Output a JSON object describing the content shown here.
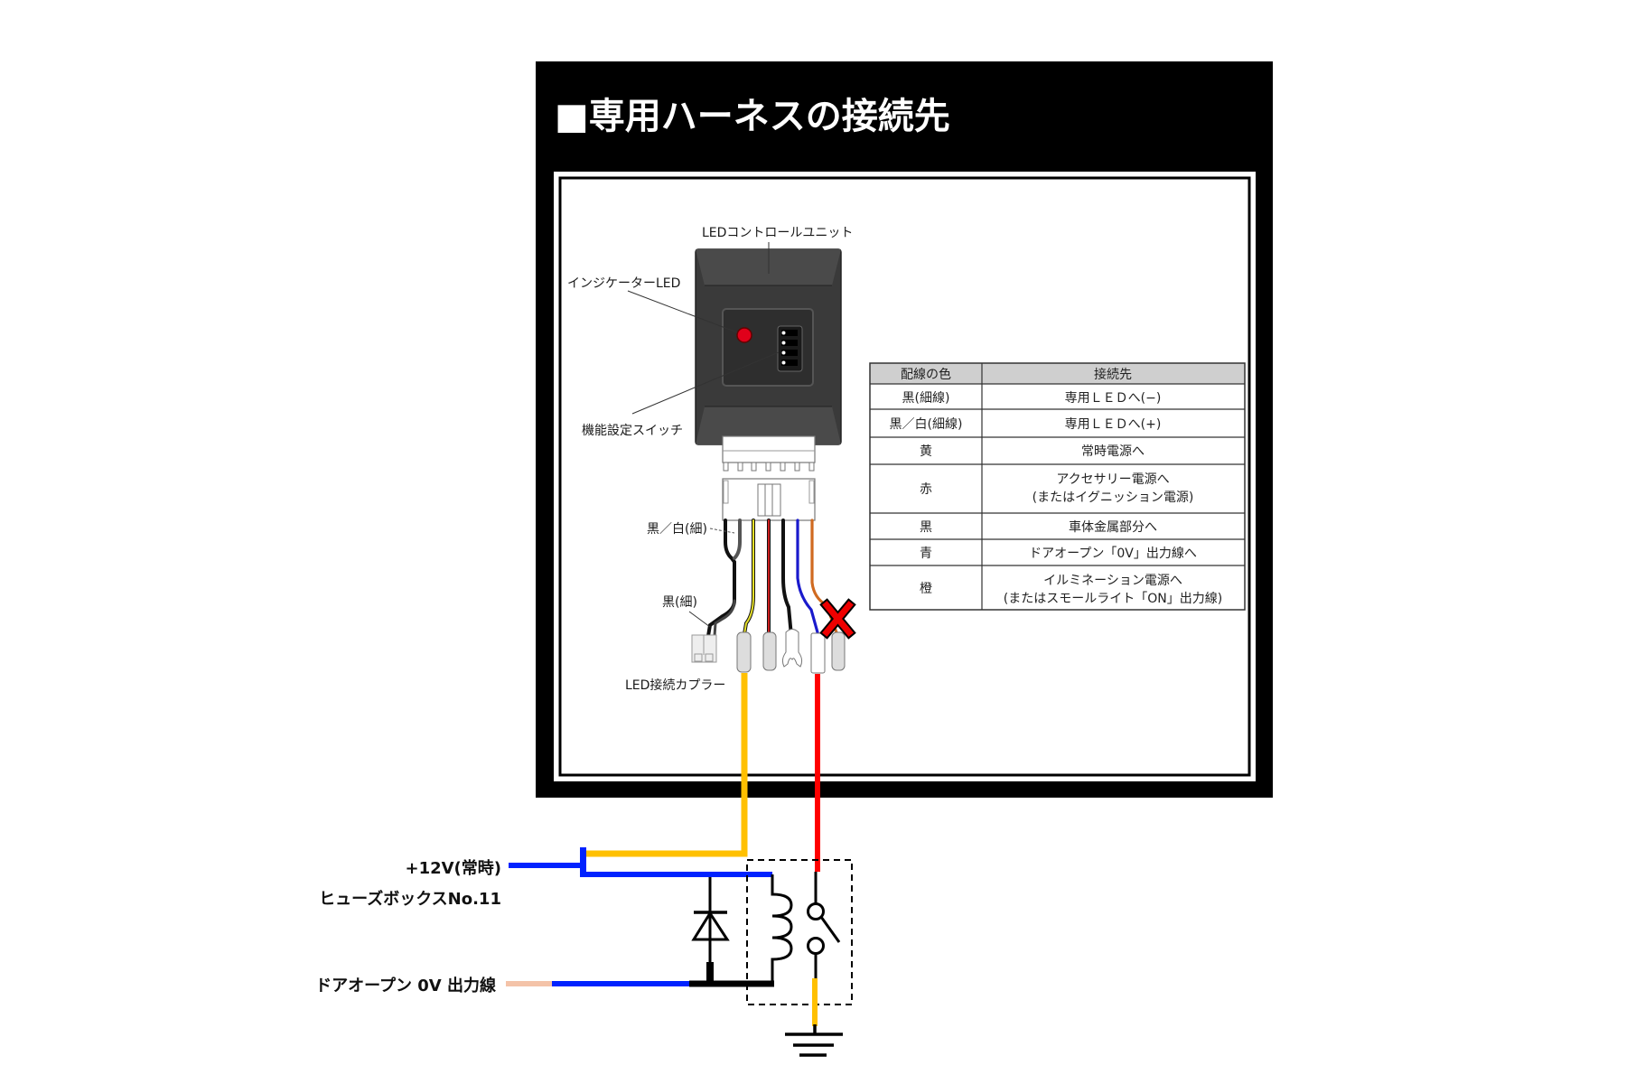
{
  "title": "■専用ハーネスの接続先",
  "device": {
    "unit_label": "LEDコントロールユニット",
    "indicator_label": "インジケーターLED",
    "switch_label": "機能設定スイッチ",
    "wire_bw_label": "黒／白(細)",
    "wire_black_label": "黒(細)",
    "coupler_label": "LED接続カプラー"
  },
  "table": {
    "headers": [
      "配線の色",
      "接続先"
    ],
    "rows": [
      {
        "color": "黒(細線)",
        "dest": [
          "専用ＬＥＤへ(−)"
        ]
      },
      {
        "color": "黒／白(細線)",
        "dest": [
          "専用ＬＥＤへ(+)"
        ]
      },
      {
        "color": "黄",
        "dest": [
          "常時電源へ"
        ]
      },
      {
        "color": "赤",
        "dest": [
          "アクセサリー電源へ",
          "(またはイグニッション電源)"
        ]
      },
      {
        "color": "黒",
        "dest": [
          "車体金属部分へ"
        ]
      },
      {
        "color": "青",
        "dest": [
          "ドアオープン「0V」出力線へ"
        ]
      },
      {
        "color": "橙",
        "dest": [
          "イルミネーション電源へ",
          "(またはスモールライト「ON」出力線)"
        ]
      }
    ]
  },
  "circuit": {
    "plus12_label": "+12V(常時)",
    "fuse_label": "ヒューズボックスNo.11",
    "door_label": "ドアオープン 0V 出力線"
  },
  "colors": {
    "yellow_wire": "#ffc000",
    "red_wire": "#ff0000",
    "blue_wire": "#0022ff",
    "peach_wire": "#f4c3a8",
    "orange_wire": "#d06a20",
    "thin_yellow": "#e6e02a",
    "thin_red": "#cc2020",
    "thin_blue": "#1a1acc",
    "x_mark": "#ee0000",
    "led": "#e0001a"
  }
}
